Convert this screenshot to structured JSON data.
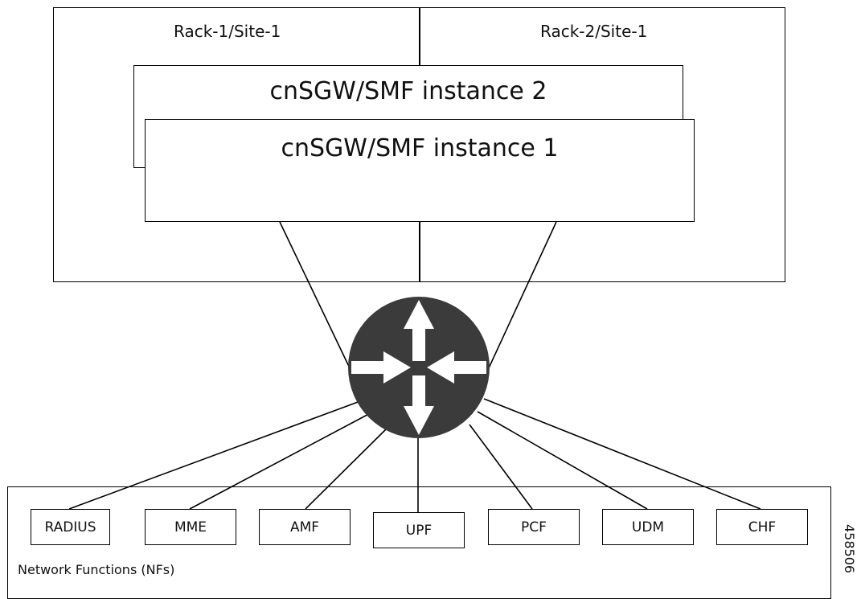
{
  "racks": [
    {
      "label": "Rack-1/Site-1"
    },
    {
      "label": "Rack-2/Site-1"
    }
  ],
  "instances": [
    {
      "label": "cnSGW/SMF instance 2"
    },
    {
      "label": "cnSGW/SMF instance 1"
    }
  ],
  "router": {
    "icon": "router-icon",
    "fill": "#3b3b3b"
  },
  "network_functions": {
    "label": "Network Functions (NFs)",
    "items": [
      "RADIUS",
      "MME",
      "AMF",
      "UPF",
      "PCF",
      "UDM",
      "CHF"
    ]
  },
  "figure_id": "458506"
}
